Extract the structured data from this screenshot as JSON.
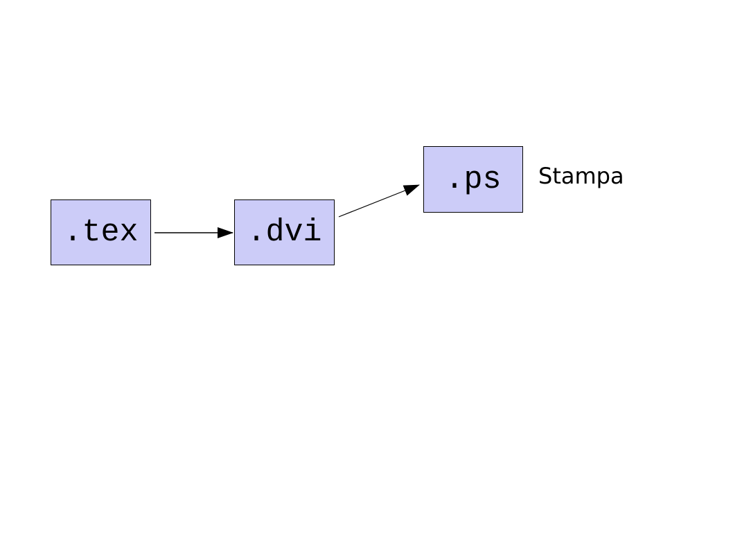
{
  "diagram": {
    "background_color": "#ffffff",
    "node_fill_color": "#ccccf8",
    "node_border_color": "#000000",
    "arrow_color": "#000000",
    "nodes": [
      {
        "id": "tex",
        "label": ".tex"
      },
      {
        "id": "dvi",
        "label": ".dvi"
      },
      {
        "id": "ps",
        "label": ".ps"
      }
    ],
    "edges": [
      {
        "from": "tex",
        "to": "dvi"
      },
      {
        "from": "dvi",
        "to": "ps"
      }
    ],
    "annotation": {
      "label": "Stampa"
    }
  }
}
